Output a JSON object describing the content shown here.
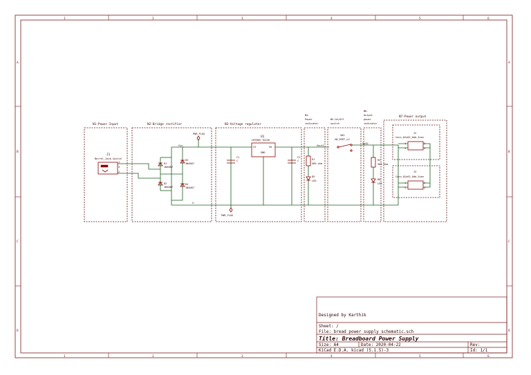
{
  "frame": {
    "col_labels": [
      "1",
      "2",
      "3",
      "4",
      "5",
      "6"
    ],
    "row_labels": [
      "A",
      "B",
      "C",
      "D"
    ]
  },
  "sections": {
    "n1": "N1-Power Input",
    "n2": "N2-Bridge rectifier",
    "n3": "N3-Voltage regulator",
    "n4": [
      "N4-",
      "Power",
      "indicator"
    ],
    "n5": [
      "N5-On/Off",
      "switch"
    ],
    "n6": [
      "N6-",
      "Output",
      "power",
      "indicator"
    ],
    "n7": "N7-Power output"
  },
  "components": {
    "j1_ref": "J1",
    "j1_value": "Barrel_Jack_Switch",
    "d1_ref": "D1",
    "d1_value": "1N4007",
    "d2_ref": "D2",
    "d2_value": "1N4007",
    "d3_ref": "D3",
    "d3_value": "1N4007",
    "d4_ref": "D4",
    "d4_value": "1N4007",
    "u1_ref": "U1",
    "u1_value": "LM7805_TO220",
    "u1_vi": "VI",
    "u1_vo": "VO",
    "u1_gnd": "GND",
    "c1_ref": "C1",
    "c1_value": "C",
    "c2_ref": "C2",
    "c2_value": "C",
    "r1_ref": "R1",
    "r1_value": "560 ohm",
    "d5_ref": "D5",
    "d5_value": "LED",
    "sw1_ref": "SW1",
    "sw1_value": "SW_DPDT_x2",
    "r2_ref": "R2",
    "r2_value": "560 ohm",
    "d6_ref": "D6",
    "d6_value": "LED",
    "j2_ref": "J2",
    "j2_value": "Conn_02x02_Odd_Even",
    "j3_ref": "J3",
    "j3_value": "Conn_02x02_Odd_Even"
  },
  "nets": {
    "vin": "Vin",
    "vminus": "V-",
    "vout1": "Vout1",
    "vout2": "VoA2",
    "pwr_flag_top": "PWR_FLAG",
    "pwr_flag_bottom": "PWR_FLAG"
  },
  "title_block": {
    "designed_by": "Designed by Karthik",
    "sheet": "Sheet: /",
    "file": "File: bread power supply schematic.sch",
    "title": "Title: Breadboard Power Supply",
    "size": "Size: A4",
    "date": "Date: 2020-04-22",
    "rev_label": "Rev:",
    "tool": "KiCad E.D.A.  kicad (5.1.5)-3",
    "id": "Id: 1/1"
  }
}
